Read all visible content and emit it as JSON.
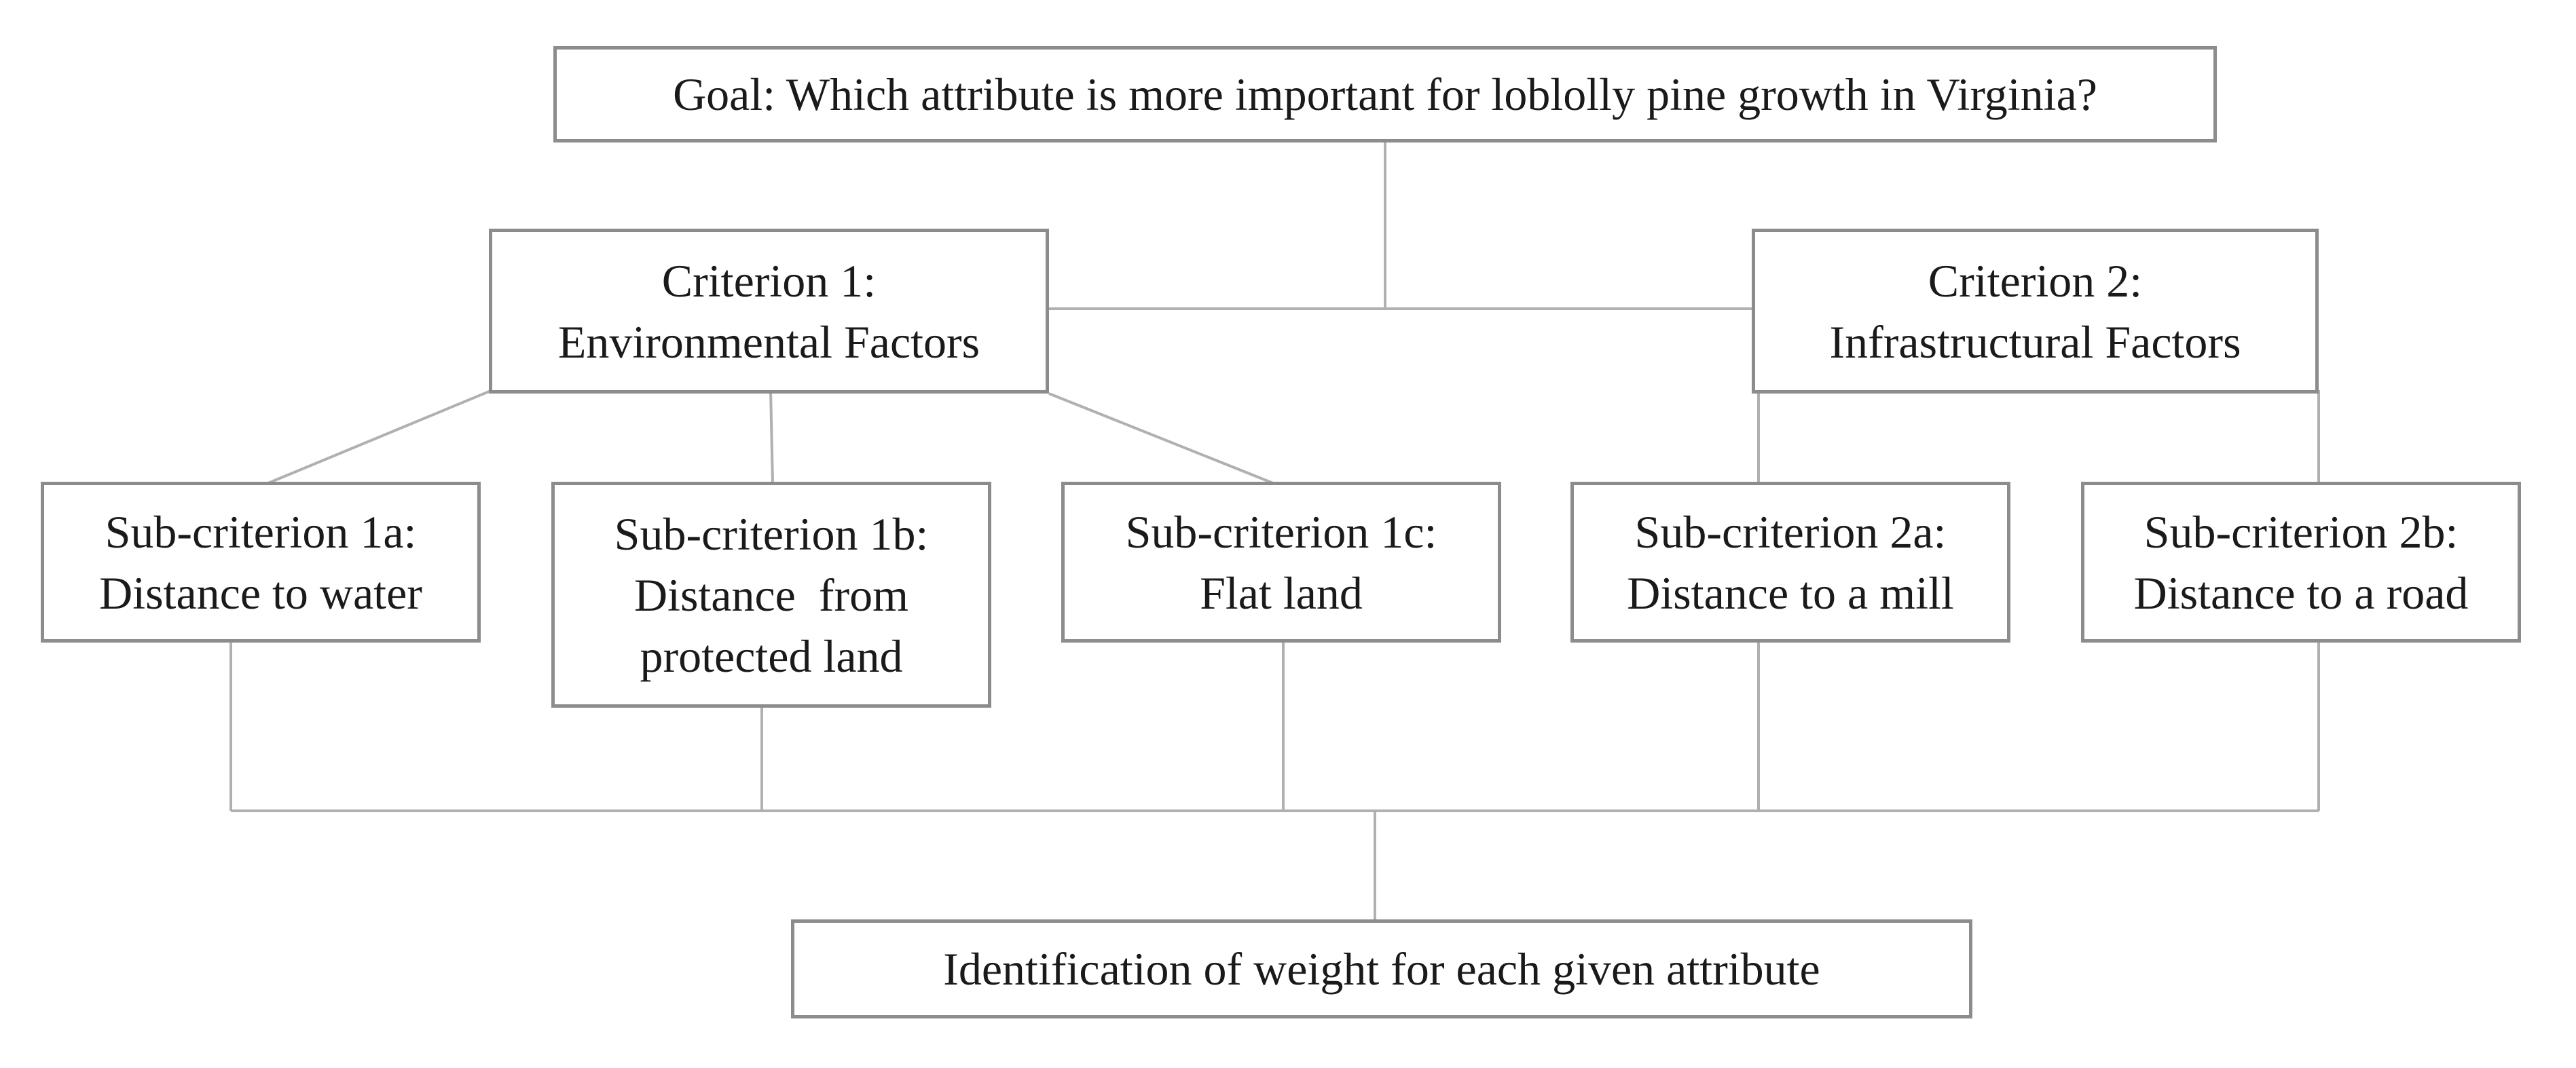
{
  "goal": {
    "text": "Goal:  Which attribute is more important for loblolly pine growth in Virginia?"
  },
  "criteria": [
    {
      "line1": "Criterion 1:",
      "line2": "Environmental Factors",
      "subcriteria": [
        {
          "line1": "Sub-criterion 1a:",
          "line2": "Distance to water",
          "line3": ""
        },
        {
          "line1": "Sub-criterion 1b:",
          "line2": "Distance  from",
          "line3": "protected land"
        },
        {
          "line1": "Sub-criterion 1c:",
          "line2": "Flat land",
          "line3": ""
        }
      ]
    },
    {
      "line1": "Criterion 2:",
      "line2": "Infrastructural Factors",
      "subcriteria": [
        {
          "line1": "Sub-criterion 2a:",
          "line2": "Distance to a mill",
          "line3": ""
        },
        {
          "line1": "Sub-criterion 2b:",
          "line2": "Distance to a road",
          "line3": ""
        }
      ]
    }
  ],
  "result": {
    "text": "Identification of weight for each given attribute"
  },
  "colors": {
    "border": "#8c8c8c",
    "connector": "#b0b0b0",
    "text": "#1a1a1a"
  }
}
